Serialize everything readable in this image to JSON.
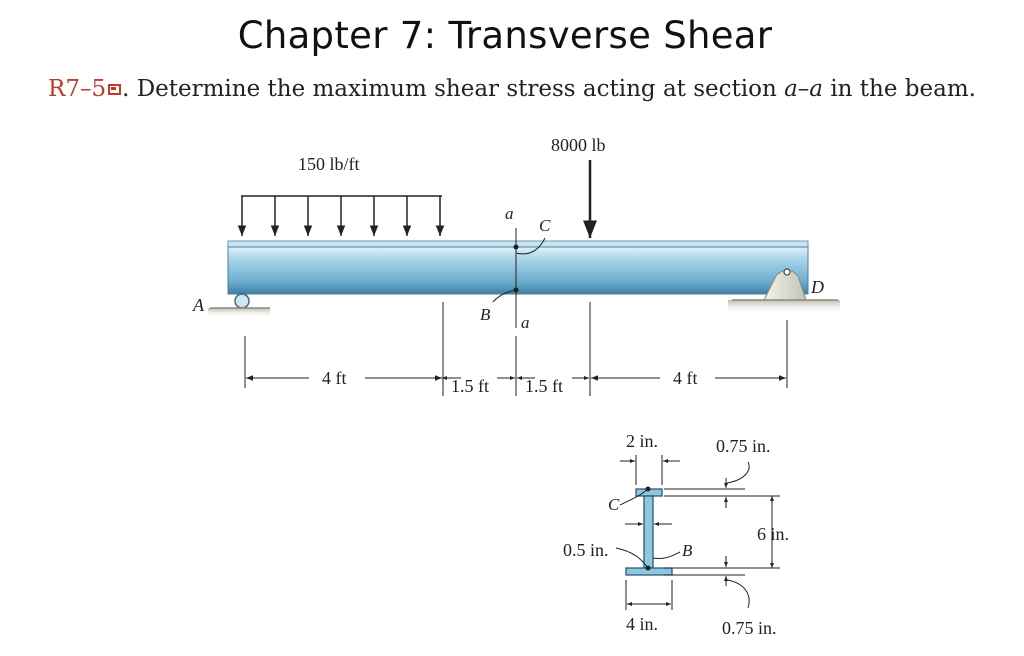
{
  "title": "Chapter 7: Transverse Shear",
  "problem": {
    "number": "R7–5",
    "text_before": ". Determine the maximum shear stress acting at section ",
    "section": "a–a",
    "text_after": " in the beam."
  },
  "figure": {
    "distributed_load": "150 lb/ft",
    "point_load": "8000 lb",
    "point_A": "A",
    "point_B": "B",
    "point_C": "C",
    "point_D": "D",
    "section_top": "a",
    "section_bottom": "a",
    "dim_1": "4 ft",
    "dim_2": "1.5 ft",
    "dim_3": "1.5 ft",
    "dim_4": "4 ft"
  },
  "cross_section": {
    "top_width": "2 in.",
    "top_flange_thk": "0.75 in.",
    "web_height": "6 in.",
    "web_thk": "0.5 in.",
    "bottom_width": "4 in.",
    "bottom_flange_thk": "0.75 in.",
    "label_C": "C",
    "label_B": "B"
  },
  "colors": {
    "beam_light": "#a9d6ea",
    "beam_dark": "#3d7fa3",
    "ground": "#c8c8bc"
  }
}
